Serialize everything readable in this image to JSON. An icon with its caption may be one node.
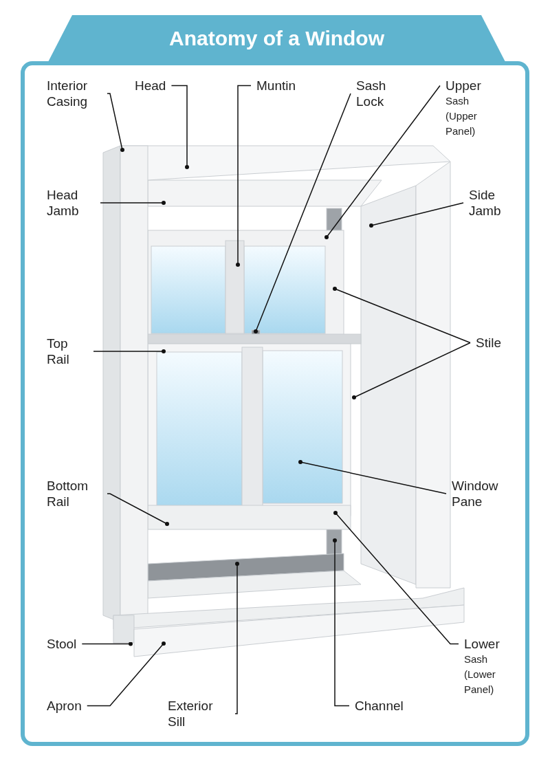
{
  "diagram": {
    "title": "Anatomy of a Window",
    "nodes": [
      {
        "text": [
          "Interior Casing"
        ]
      },
      {
        "text": [
          "Head"
        ]
      },
      {
        "text": [
          "Muntin"
        ]
      },
      {
        "text": [
          "Sash Lock"
        ]
      },
      {
        "text": [
          "Upper",
          "Sash (Upper Panel)"
        ]
      },
      {
        "text": [
          "Head Jamb"
        ]
      },
      {
        "text": [
          "Side Jamb"
        ]
      },
      {
        "text": [
          "Top Rail"
        ]
      },
      {
        "text": [
          "Stile"
        ]
      },
      {
        "text": [
          "Bottom Rail"
        ]
      },
      {
        "text": [
          "Window Pane"
        ]
      },
      {
        "text": [
          "Stool"
        ]
      },
      {
        "text": [
          "Lower",
          "Sash (Lower Panel)"
        ]
      },
      {
        "text": [
          "Apron"
        ]
      },
      {
        "text": [
          "Exterior Sill"
        ]
      },
      {
        "text": [
          "Channel"
        ]
      }
    ],
    "edges": [
      {
        "from": 0,
        "to": null,
        "arrow": "other"
      },
      {
        "from": 1,
        "to": null,
        "arrow": "other"
      },
      {
        "from": 2,
        "to": null,
        "arrow": "other"
      },
      {
        "from": 3,
        "to": null,
        "arrow": "other"
      },
      {
        "from": 4,
        "to": null,
        "arrow": "other"
      },
      {
        "from": 5,
        "to": null,
        "arrow": "other"
      },
      {
        "from": 6,
        "to": null,
        "arrow": "other"
      },
      {
        "from": 7,
        "to": null,
        "arrow": "other"
      },
      {
        "from": 8,
        "to": null,
        "arrow": "other"
      },
      {
        "from": 8,
        "to": null,
        "arrow": "other"
      },
      {
        "from": 9,
        "to": null,
        "arrow": "other"
      },
      {
        "from": 10,
        "to": null,
        "arrow": "other"
      },
      {
        "from": 11,
        "to": null,
        "arrow": "other"
      },
      {
        "from": 12,
        "to": null,
        "arrow": "other"
      },
      {
        "from": 13,
        "to": null,
        "arrow": "other"
      },
      {
        "from": 14,
        "to": null,
        "arrow": "other"
      },
      {
        "from": 15,
        "to": null,
        "arrow": "other"
      }
    ]
  }
}
